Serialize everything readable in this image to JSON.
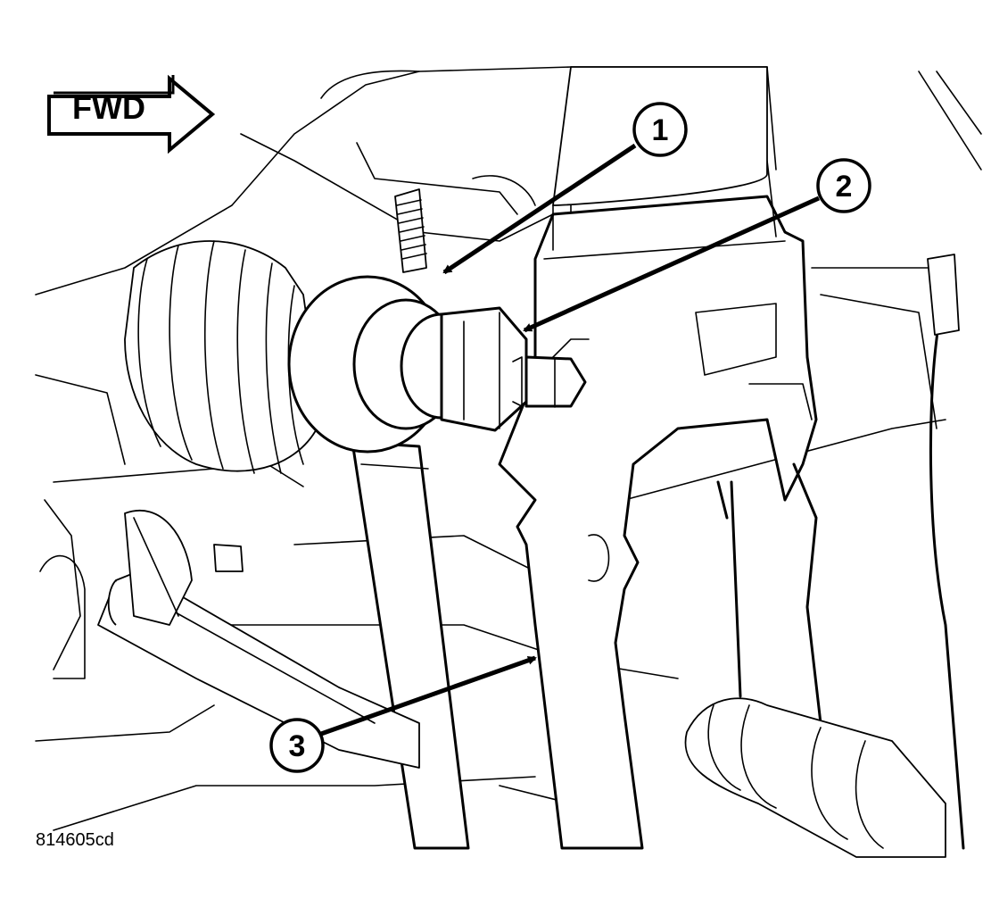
{
  "direction_indicator": {
    "label": "FWD"
  },
  "callouts": [
    {
      "number": "1"
    },
    {
      "number": "2"
    },
    {
      "number": "3"
    }
  ],
  "figure_id": "814605cd"
}
